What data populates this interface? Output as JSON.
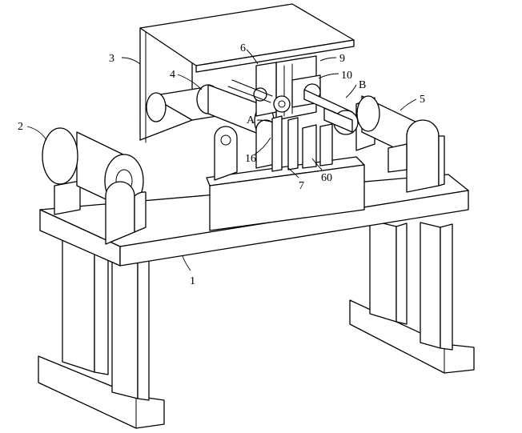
{
  "reference_labels": {
    "table": "1",
    "unwind_roller": "2",
    "housing": "3",
    "roller_group": "4",
    "wind_roller": "5",
    "part_6": "6",
    "part_7": "7",
    "part_9": "9",
    "part_10": "10",
    "part_16": "16",
    "part_60": "60",
    "detail_a": "A",
    "detail_b": "B"
  },
  "colors": {
    "line": "#000000",
    "background": "#ffffff"
  }
}
